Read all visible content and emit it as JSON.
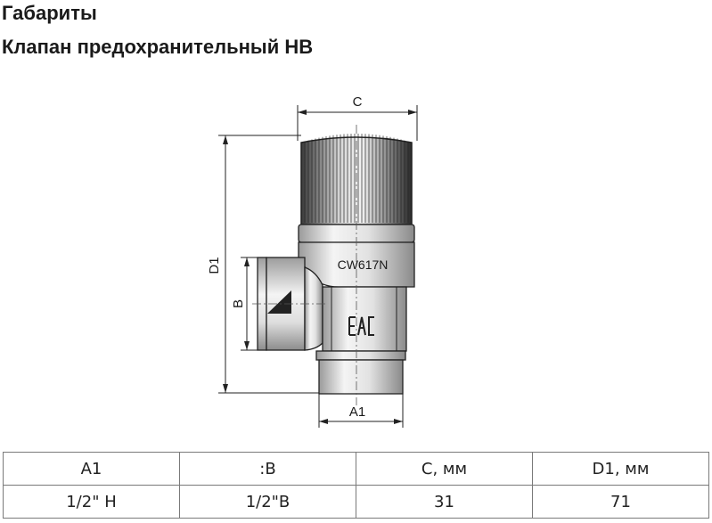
{
  "heading": {
    "section": "Габариты",
    "product": "Клапан предохранительный НВ"
  },
  "drawing": {
    "marking": "CW617N",
    "dimensions": {
      "c": "C",
      "d1": "D1",
      "b": "B",
      "a1": "A1"
    }
  },
  "table": {
    "headers": [
      "A1",
      ":B",
      "C, мм",
      "D1, мм"
    ],
    "rows": [
      [
        "1/2\" Н",
        "1/2\"В",
        "31",
        "71"
      ]
    ]
  }
}
